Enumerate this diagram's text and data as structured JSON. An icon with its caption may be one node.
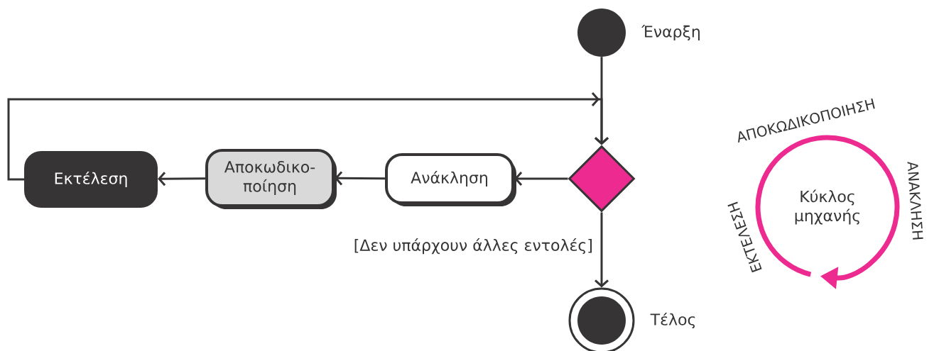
{
  "diagram": {
    "nodes": [
      {
        "text": [],
        "shape": "circle",
        "beside": [
          "Έναρξη"
        ]
      },
      {
        "text": [],
        "shape": "diamond"
      },
      {
        "text": [
          "Ανάκληση"
        ]
      },
      {
        "text": [
          "Αποκωδικο- ποίηση"
        ]
      },
      {
        "text": [
          "Εκτέλεση"
        ]
      },
      {
        "text": [],
        "shape": "circle",
        "beside": [
          "Τέλος"
        ]
      }
    ],
    "edges": [
      {
        "from": 0,
        "to": 1,
        "arrow": "to"
      },
      {
        "from": 1,
        "to": 2,
        "arrow": "to"
      },
      {
        "from": 2,
        "to": 3,
        "arrow": "to"
      },
      {
        "from": 3,
        "to": 4,
        "arrow": "to"
      },
      {
        "from": 4,
        "to": 1,
        "arrow": "to"
      },
      {
        "from": 1,
        "to": 5,
        "arrow": "to",
        "label": "[Δεν υπάρχουν άλλες εντολές]"
      }
    ],
    "labels": [
      "ΑΠΟΚΩΔΙΚΟΠΟΙΗΣΗ",
      "ΑΝΑΚΛΗΣΗ",
      "Κύκλος μηχανής",
      "ΕΚΤΕΛΕΣΗ"
    ]
  }
}
